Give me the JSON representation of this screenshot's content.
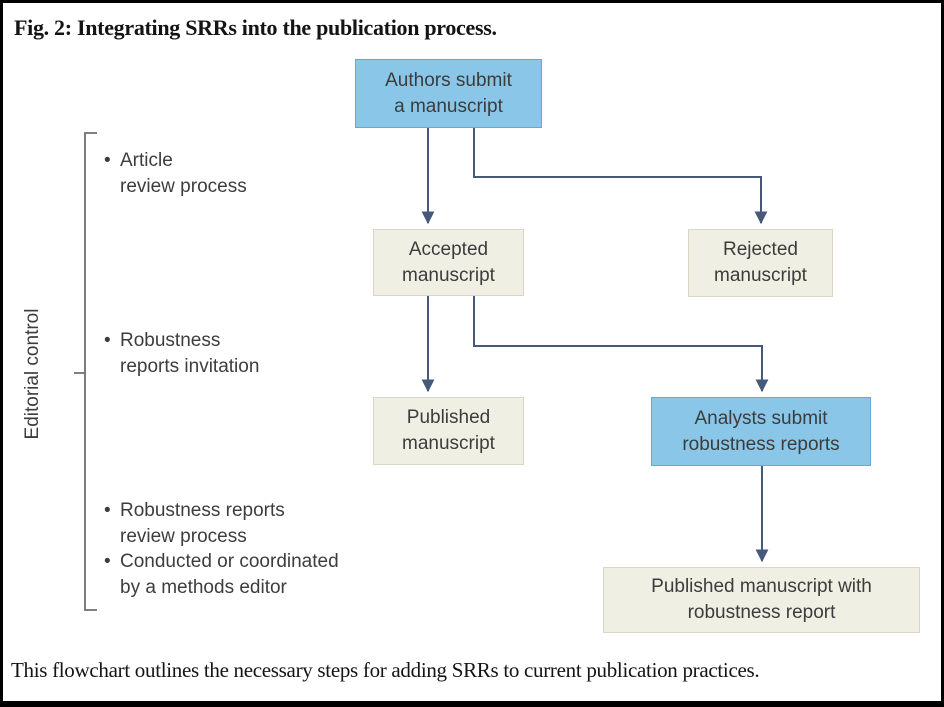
{
  "figure": {
    "title": "Fig. 2: Integrating SRRs into the publication process.",
    "caption": "This flowchart outlines the necessary steps for adding SRRs to current publication practices."
  },
  "sidebar": {
    "label": "Editorial control",
    "bullet_char": "•",
    "bullets": [
      {
        "text": "Article\nreview process"
      },
      {
        "text": "Robustness\nreports invitation"
      },
      {
        "text": "Robustness reports\nreview process"
      },
      {
        "text": "Conducted or coordinated\nby a methods editor"
      }
    ]
  },
  "flowchart": {
    "nodes": [
      {
        "id": "authors-submit",
        "label": "Authors submit\na manuscript",
        "type": "highlight"
      },
      {
        "id": "accepted-manuscript",
        "label": "Accepted\nmanuscript",
        "type": "plain"
      },
      {
        "id": "rejected-manuscript",
        "label": "Rejected\nmanuscript",
        "type": "plain"
      },
      {
        "id": "published-manuscript",
        "label": "Published\nmanuscript",
        "type": "plain"
      },
      {
        "id": "analysts-submit",
        "label": "Analysts submit\nrobustness reports",
        "type": "highlight"
      },
      {
        "id": "published-with-report",
        "label": "Published manuscript with\nrobustness report",
        "type": "plain"
      }
    ],
    "edges": [
      {
        "from": "authors-submit",
        "to": "accepted-manuscript"
      },
      {
        "from": "authors-submit",
        "to": "rejected-manuscript"
      },
      {
        "from": "accepted-manuscript",
        "to": "published-manuscript"
      },
      {
        "from": "accepted-manuscript",
        "to": "analysts-submit"
      },
      {
        "from": "analysts-submit",
        "to": "published-with-report"
      }
    ]
  },
  "colors": {
    "highlight_fill": "#8AC6E8",
    "highlight_border": "#65A8D0",
    "plain_fill": "#F0EFE4",
    "plain_border": "#D9D6C3",
    "arrow": "#46597B",
    "bracket": "#6E6E6E",
    "box_text": "#3C3C3C",
    "side_text": "#3D3D3D"
  }
}
